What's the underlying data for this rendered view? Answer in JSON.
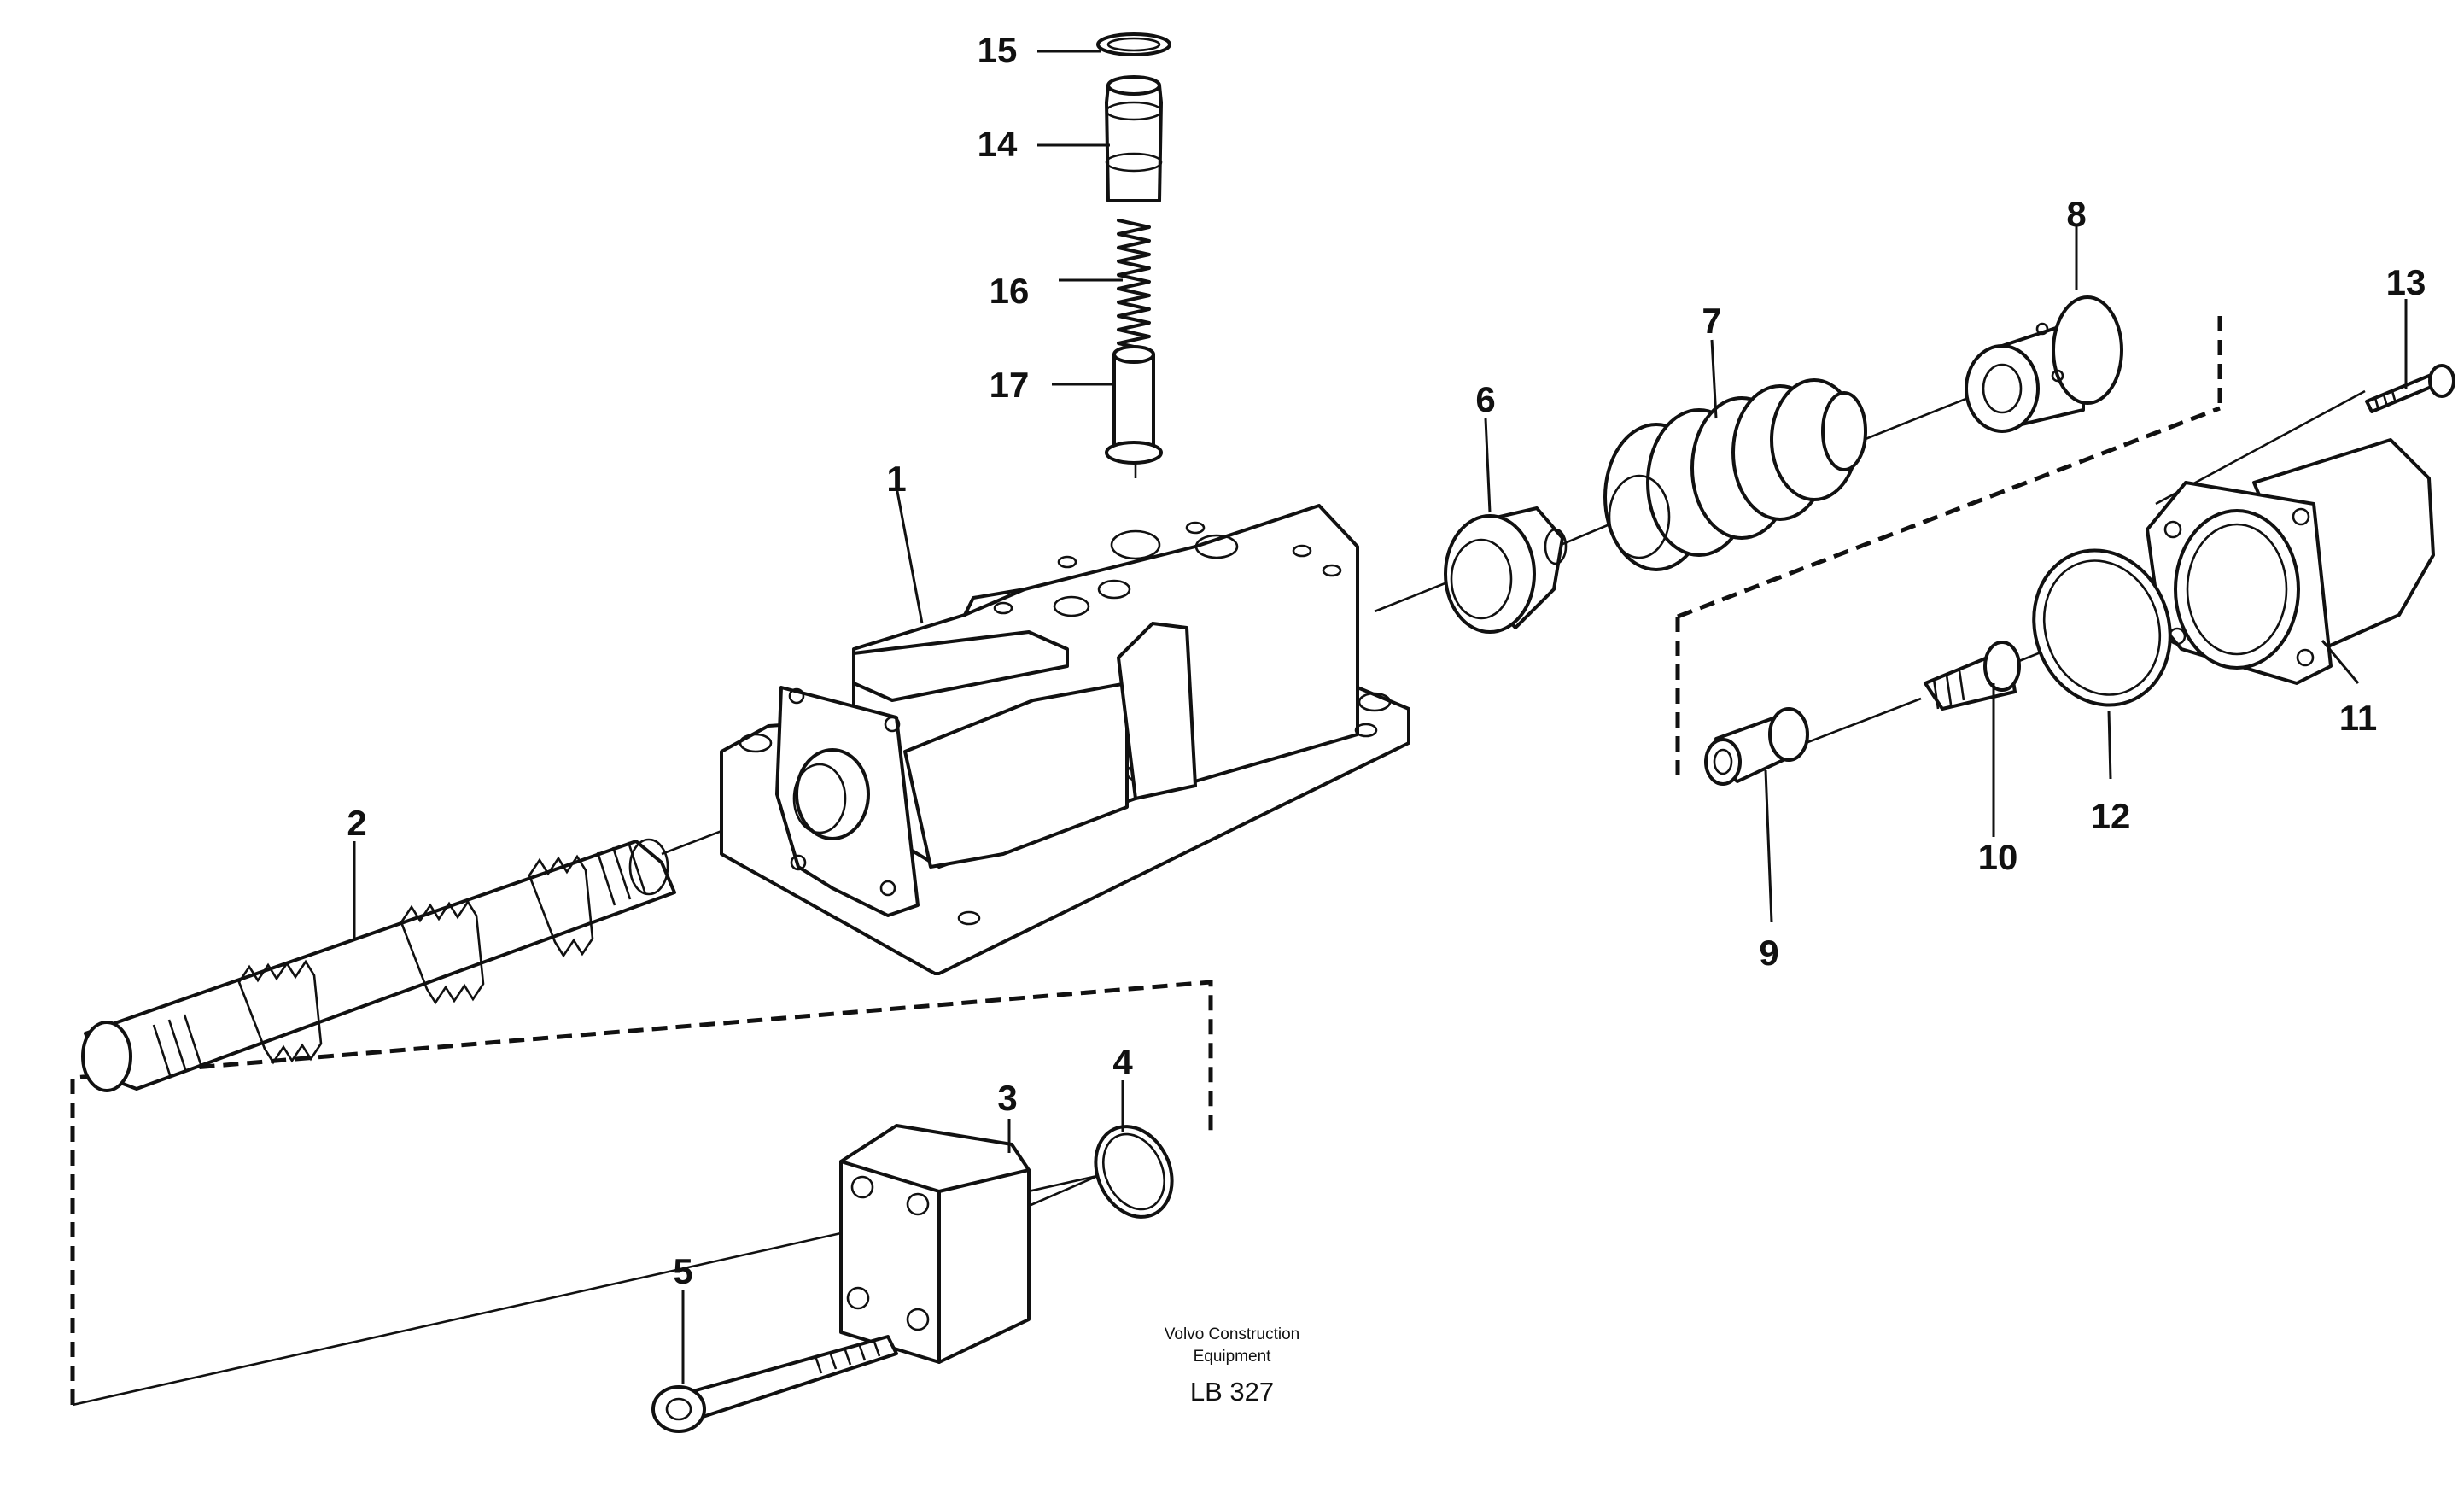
{
  "caption": {
    "line1": "Volvo Construction",
    "line2": "Equipment",
    "code": "LB 327"
  },
  "callouts": {
    "c1": "1",
    "c2": "2",
    "c3": "3",
    "c4": "4",
    "c5": "5",
    "c6": "6",
    "c7": "7",
    "c8": "8",
    "c9": "9",
    "c10": "10",
    "c11": "11",
    "c12": "12",
    "c13": "13",
    "c14": "14",
    "c15": "15",
    "c16": "16",
    "c17": "17"
  }
}
